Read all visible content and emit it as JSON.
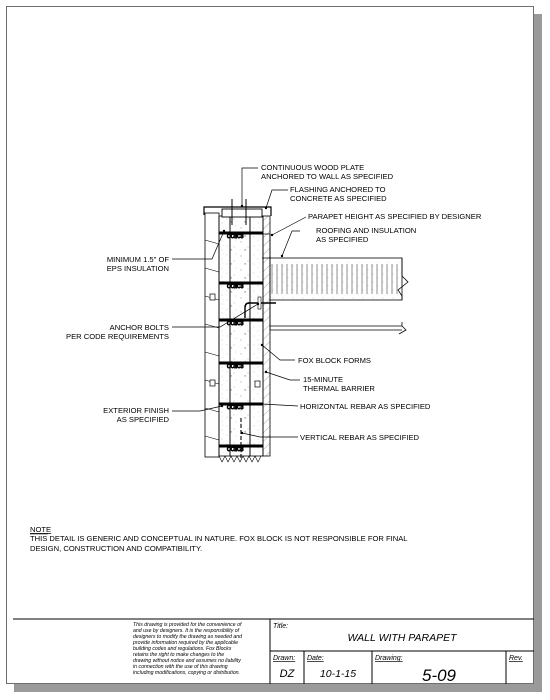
{
  "labels": {
    "continuous_plate": [
      "CONTINUOUS WOOD PLATE",
      "ANCHORED TO WALL AS SPECIFIED"
    ],
    "flashing": [
      "FLASHING ANCHORED TO",
      "CONCRETE AS SPECIFIED"
    ],
    "parapet_height": [
      "PARAPET HEIGHT AS SPECIFIED BY DESIGNER"
    ],
    "roofing": [
      "ROOFING AND INSULATION",
      "AS SPECIFIED"
    ],
    "eps": [
      "MINIMUM 1.5\" OF",
      "EPS INSULATION"
    ],
    "anchor_bolts": [
      "ANCHOR BOLTS",
      "PER CODE REQUIREMENTS"
    ],
    "fox_block": [
      "FOX BLOCK FORMS"
    ],
    "thermal_barrier": [
      "15-MINUTE",
      "THERMAL BARRIER"
    ],
    "exterior_finish": [
      "EXTERIOR FINISH",
      "AS SPECIFIED"
    ],
    "horizontal_rebar": [
      "HORIZONTAL REBAR AS SPECIFIED"
    ],
    "vertical_rebar": [
      "VERTICAL REBAR AS SPECIFIED"
    ]
  },
  "note": {
    "heading": "NOTE",
    "lines": [
      "THIS DETAIL IS GENERIC AND CONCEPTUAL IN NATURE. FOX BLOCK IS NOT RESPONSIBLE FOR FINAL",
      "DESIGN, CONSTRUCTION AND COMPATIBILITY."
    ]
  },
  "title_block": {
    "disclaimer": [
      "This drawing is provided for the convenience of",
      "and use by designers.  It is the responsibility of",
      "designers to modify the drawing as needed and",
      "provide information required by the applicable",
      "building codes and regulations.  Fox Blocks",
      "retains the right to make changes to the",
      "drawing without notice and assumes no liability",
      "in connection with the use of this drawing",
      "including modifications, copying or distribution."
    ],
    "title_label": "Title:",
    "title": "WALL WITH PARAPET",
    "drawn_label": "Drawn:",
    "drawn": "DZ",
    "date_label": "Date:",
    "date": "10-1-15",
    "drawing_label": "Drawing:",
    "drawing": "5-09",
    "rev_label": "Rev."
  }
}
